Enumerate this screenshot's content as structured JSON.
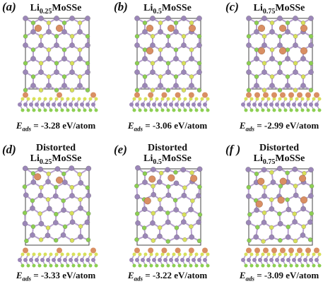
{
  "colors": {
    "mo": "#9b86b8",
    "s": "#d8e05a",
    "se": "#8ccf52",
    "li": "#d98f63",
    "bond": "#b8a2cf"
  },
  "panels": [
    {
      "label": "(a)",
      "line1": "",
      "formula_el": "Li",
      "formula_sub": "0.25",
      "formula_rest": "MoSSe",
      "energy_value": "-3.28 eV/atom",
      "li_fraction": 0.25,
      "distorted": false
    },
    {
      "label": "(b)",
      "line1": "",
      "formula_el": "Li",
      "formula_sub": "0.5",
      "formula_rest": "MoSSe",
      "energy_value": "-3.06 eV/atom",
      "li_fraction": 0.5,
      "distorted": false
    },
    {
      "label": "(c)",
      "line1": "",
      "formula_el": "Li",
      "formula_sub": "0.75",
      "formula_rest": "MoSSe",
      "energy_value": "-2.99 eV/atom",
      "li_fraction": 0.75,
      "distorted": false
    },
    {
      "label": "(d)",
      "line1": "Distorted",
      "formula_el": "Li",
      "formula_sub": "0.25",
      "formula_rest": "MoSSe",
      "energy_value": "-3.33 eV/atom",
      "li_fraction": 0.25,
      "distorted": true
    },
    {
      "label": "(e)",
      "line1": "Distorted",
      "formula_el": "Li",
      "formula_sub": "0.5",
      "formula_rest": "MoSSe",
      "energy_value": "-3.22 eV/atom",
      "li_fraction": 0.5,
      "distorted": true
    },
    {
      "label": "(f )",
      "line1": "Distorted",
      "formula_el": "Li",
      "formula_sub": "0.75",
      "formula_rest": "MoSSe",
      "energy_value": "-3.09 eV/atom",
      "li_fraction": 0.75,
      "distorted": true
    }
  ],
  "energy_symbol": "E",
  "energy_subscript": "ads",
  "energy_eq": "="
}
